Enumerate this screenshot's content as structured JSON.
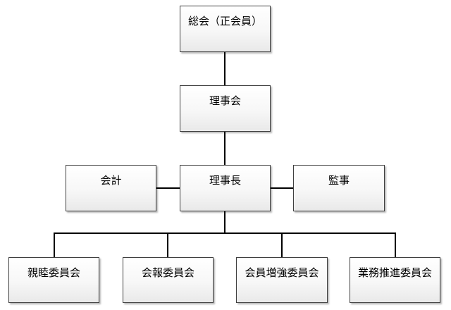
{
  "org_chart": {
    "general_meeting": "総会（正会員）",
    "board": "理事会",
    "chairman": "理事長",
    "accounting": "会計",
    "auditor": "監事",
    "committees": [
      "親睦委員会",
      "会報委員会",
      "会員増強委員会",
      "業務推進委員会"
    ]
  },
  "colors": {
    "line": "#000000",
    "box_border": "#3f3f3f"
  }
}
